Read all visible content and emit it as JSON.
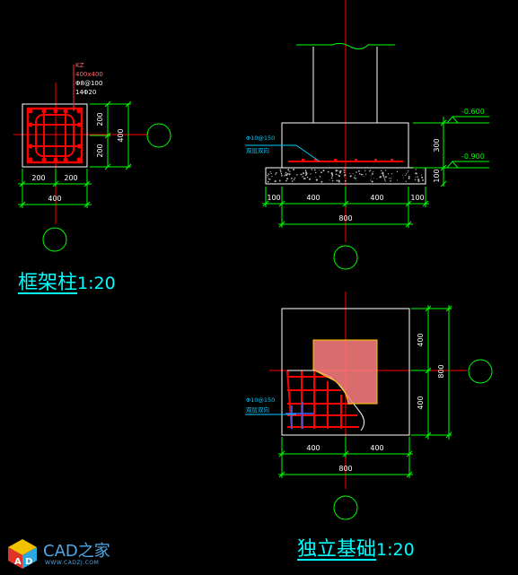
{
  "column_section": {
    "tag": "KZ",
    "size": "400x400",
    "stirrup": "Φ8@100",
    "main_bars": "14Φ20",
    "dims": {
      "v_top": "200",
      "v_bottom": "200",
      "v_total": "400",
      "h_left": "200",
      "h_right": "200",
      "h_total": "400"
    },
    "title": "框架柱",
    "scale": "1:20"
  },
  "foundation_section": {
    "rebar_note": "Φ10@150",
    "rebar_note2": "双层双向",
    "elev_top": "-0.600",
    "elev_bottom": "-0.900",
    "dims": {
      "height": "300",
      "cushion": "100",
      "left_cushion": "100",
      "left": "400",
      "right": "400",
      "right_cushion": "100",
      "total": "800"
    }
  },
  "foundation_plan": {
    "rebar_note": "Φ10@150",
    "rebar_note2": "双层双向",
    "dims": {
      "v_top": "400",
      "v_bottom": "400",
      "v_total": "800",
      "h_left": "400",
      "h_right": "400",
      "h_total": "800"
    },
    "title": "独立基础",
    "scale": "1:20"
  },
  "logo": {
    "brand": "CAD之家",
    "url": "WWW.CADZJ.COM"
  },
  "colors": {
    "dim": "#00ff00",
    "axis": "#ff0000",
    "outline": "#ffffff",
    "rebar": "#ff0000",
    "note": "#00ccff",
    "title": "#00ffff",
    "column": "#ff7f7f",
    "hatch": "#cccccc"
  }
}
